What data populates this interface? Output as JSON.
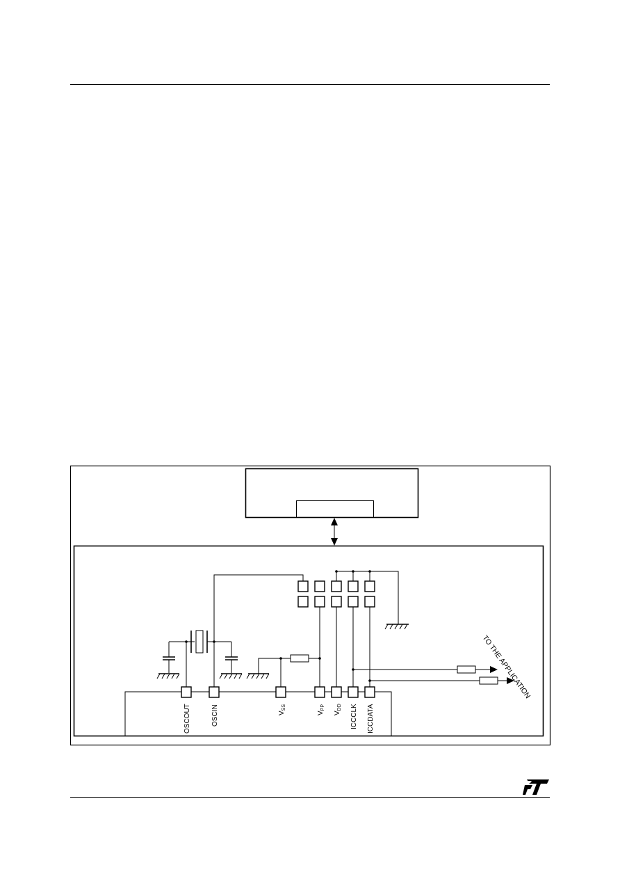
{
  "pins": {
    "oscout": "OSCOUT",
    "oscin": "OSCIN",
    "vss_main": "V",
    "vss_sub": "SS",
    "vpp_main": "V",
    "vpp_sub": "PP",
    "vdd_main": "V",
    "vdd_sub": "DD",
    "iccclk": "ICCCLK",
    "iccdata": "ICCDATA"
  },
  "annotation": {
    "to_application": "TO THE APPLICATION"
  },
  "logo": {
    "text": "ST",
    "kind": "st-logo"
  },
  "colors": {
    "ink": "#000000",
    "background": "#ffffff"
  }
}
